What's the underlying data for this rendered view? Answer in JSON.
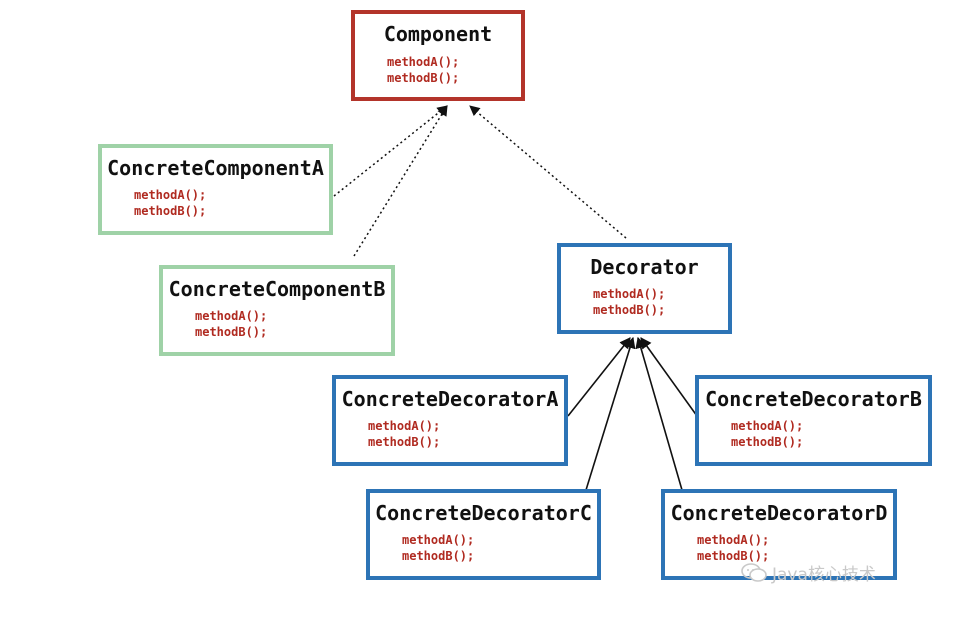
{
  "colors": {
    "component_border": "#b3342a",
    "concrete_component_border": "#9fd2a7",
    "decorator_border": "#2d74b6",
    "method_text": "#b02a20",
    "title_text": "#111111"
  },
  "nodes": {
    "component": {
      "title": "Component",
      "methods": [
        "methodA();",
        "methodB();"
      ]
    },
    "concrete_component_a": {
      "title": "ConcreteComponentA",
      "methods": [
        "methodA();",
        "methodB();"
      ]
    },
    "concrete_component_b": {
      "title": "ConcreteComponentB",
      "methods": [
        "methodA();",
        "methodB();"
      ]
    },
    "decorator": {
      "title": "Decorator",
      "methods": [
        "methodA();",
        "methodB();"
      ]
    },
    "concrete_decorator_a": {
      "title": "ConcreteDecoratorA",
      "methods": [
        "methodA();",
        "methodB();"
      ]
    },
    "concrete_decorator_b": {
      "title": "ConcreteDecoratorB",
      "methods": [
        "methodA();",
        "methodB();"
      ]
    },
    "concrete_decorator_c": {
      "title": "ConcreteDecoratorC",
      "methods": [
        "methodA();",
        "methodB();"
      ]
    },
    "concrete_decorator_d": {
      "title": "ConcreteDecoratorD",
      "methods": [
        "methodA();",
        "methodB();"
      ]
    }
  },
  "edges": [
    {
      "from": "concrete_component_a",
      "to": "component",
      "style": "dotted"
    },
    {
      "from": "concrete_component_b",
      "to": "component",
      "style": "dotted"
    },
    {
      "from": "decorator",
      "to": "component",
      "style": "dotted"
    },
    {
      "from": "concrete_decorator_a",
      "to": "decorator",
      "style": "solid"
    },
    {
      "from": "concrete_decorator_b",
      "to": "decorator",
      "style": "solid"
    },
    {
      "from": "concrete_decorator_c",
      "to": "decorator",
      "style": "solid"
    },
    {
      "from": "concrete_decorator_d",
      "to": "decorator",
      "style": "solid"
    }
  ],
  "watermark": {
    "text": "Java核心技术"
  }
}
